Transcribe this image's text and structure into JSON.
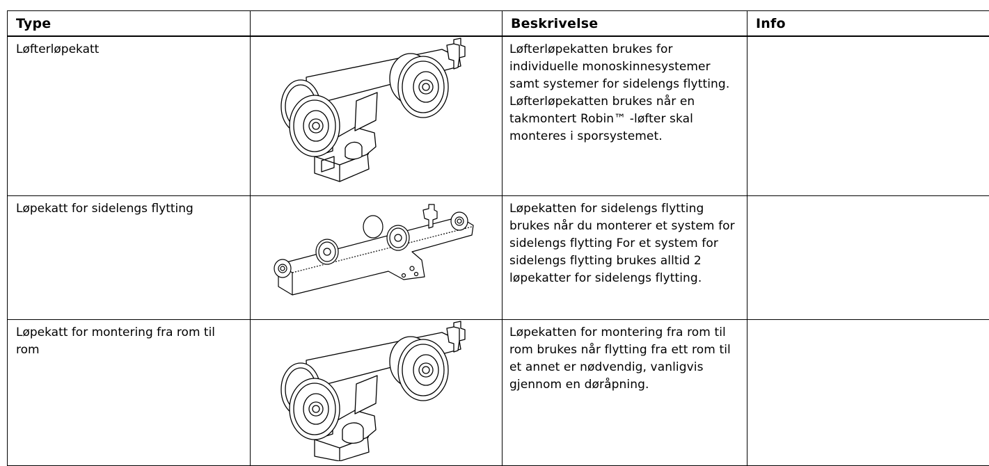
{
  "table": {
    "headers": {
      "type": "Type",
      "image": "",
      "description": "Beskrivelse",
      "info": "Info"
    },
    "rows": [
      {
        "type": "Løfterløpekatt",
        "description": "Løfterløpekatten brukes for individuelle monoskinnesystemer samt systemer for sidelengs flytting. Løfterløpekatten brukes når en takmontert Robin™ -løfter skal monteres i sporsystemet.",
        "info": "",
        "image_icon": "trolley-illustration"
      },
      {
        "type": "Løpekatt for sidelengs flytting",
        "description": "Løpekatten for sidelengs flytting brukes når du monterer et system for sidelengs flytting For et system for sidelengs flytting brukes alltid 2 løpekatter for sidelengs flytting.",
        "info": "",
        "image_icon": "traverse-trolley-illustration"
      },
      {
        "type": "Løpekatt for montering fra rom til rom",
        "description": "Løpekatten for montering fra rom til rom brukes når flytting fra ett rom til et annet er nødvendig, vanligvis gjennom en døråpning.",
        "info": "",
        "image_icon": "room-to-room-trolley-illustration"
      }
    ]
  }
}
